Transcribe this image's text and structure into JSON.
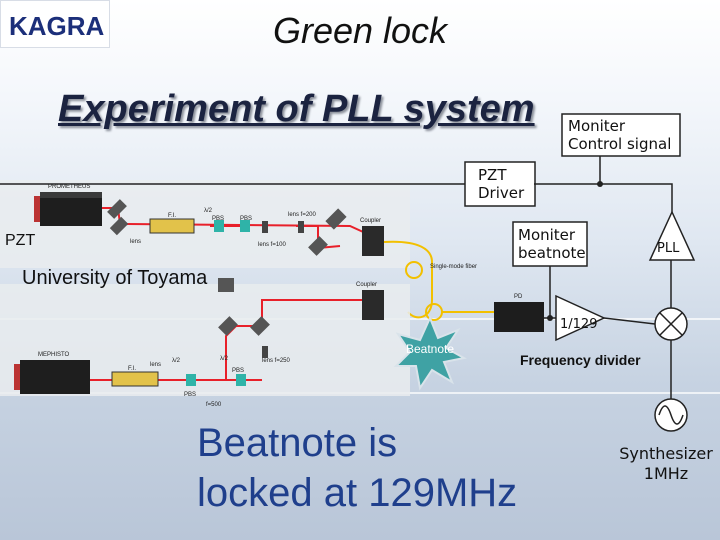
{
  "header": {
    "logo_text": "KAGRA",
    "slide_title": "Green lock",
    "experiment_title": "Experiment of PLL system"
  },
  "labels": {
    "university": "University of Toyama",
    "pzt_side": "PZT",
    "frequency_divider": "Frequency divider",
    "beatnote_star": "Beatnote",
    "result_line1": "Beatnote is",
    "result_line2": "locked at 129MHz"
  },
  "pll_blocks": {
    "moniter_control_line1": "Moniter",
    "moniter_control_line2": "Control signal",
    "pzt_driver_line1": "PZT",
    "pzt_driver_line2": "Driver",
    "moniter_beat_line1": "Moniter",
    "moniter_beat_line2": "beatnote",
    "pll": "PLL",
    "divider": "1/129",
    "synth_line1": "Synthesizer",
    "synth_line2": "1MHz"
  },
  "optics": {
    "laser_top": "PROMETHEUS",
    "laser_bottom": "MEPHISTO",
    "fi_top": "F.I.",
    "fi_bottom": "F.I.",
    "lambda2": "λ/2",
    "pbs": "PBS",
    "lens": "lens",
    "lens_f200": "lens f=200",
    "lens_f100": "lens f=100",
    "lens_f250": "lens f=250",
    "lens_f500": "f=500",
    "coupler": "Coupler",
    "fiber": "Single-mode fiber",
    "pd": "PD"
  },
  "colors": {
    "laser_path": "#e8202a",
    "fiber": "#f2c000",
    "block_line": "#222222",
    "result_text": "#1f3f8c"
  }
}
